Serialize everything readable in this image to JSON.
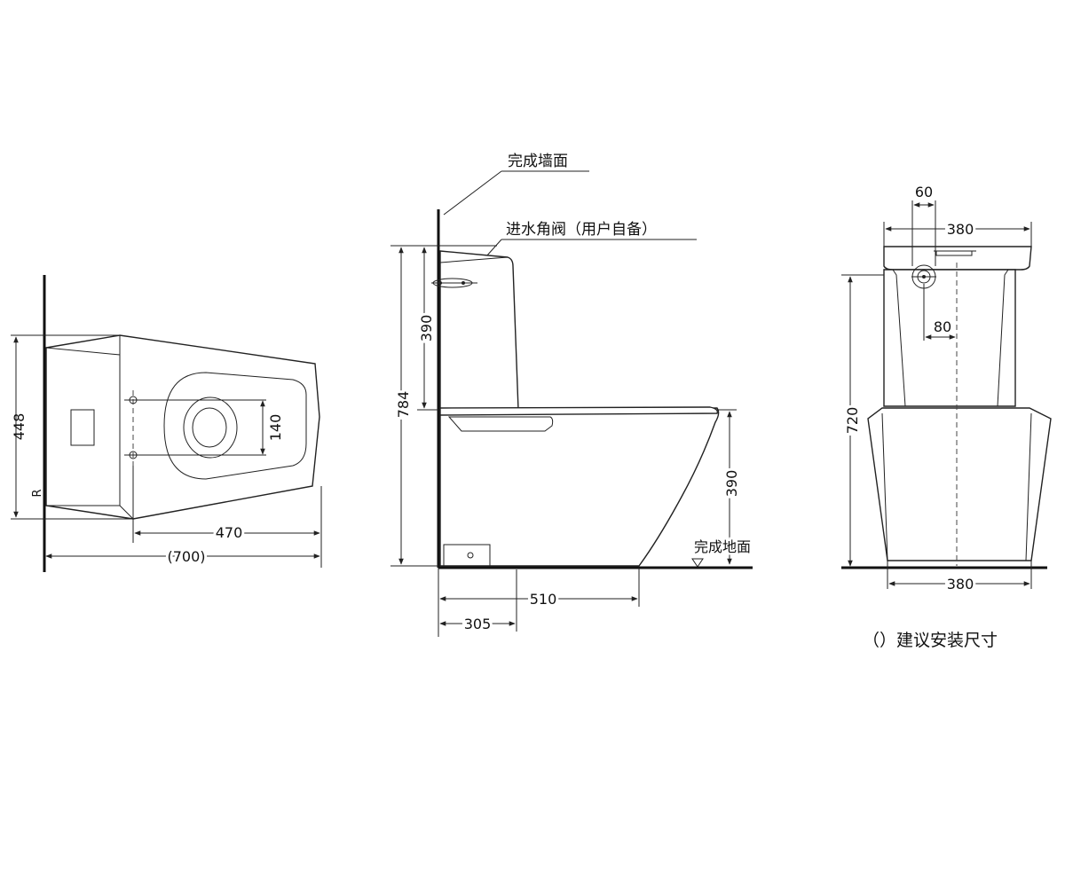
{
  "labels": {
    "wall": "完成墙面",
    "valve": "进水角阀（用户自备）",
    "floor": "完成地面",
    "note": "（）建议安装尺寸"
  },
  "top_view": {
    "depth": "448",
    "hole_spacing": "140",
    "outlet": "470",
    "total_length": "(700)",
    "r_mark": "R"
  },
  "side_view": {
    "total_height": "784",
    "tank_height": "390",
    "seat_height": "390",
    "length": "510",
    "drain_offset": "305"
  },
  "front_view": {
    "inlet_offset": "60",
    "tank_width": "380",
    "inlet_height": "80",
    "height": "720",
    "base_width": "380"
  }
}
